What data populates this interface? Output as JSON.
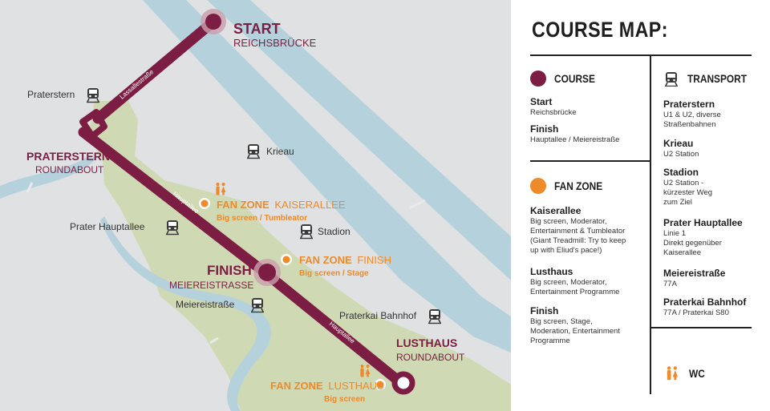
{
  "colors": {
    "water": "#b5d2dc",
    "land": "#dfe1e2",
    "park": "#cfd9b3",
    "course": "#7c1d43",
    "fan": "#ee8a2a",
    "ink": "#1e1e1e"
  },
  "map": {
    "start": {
      "title": "START",
      "subtitle": "REICHSBRÜCKE"
    },
    "finish": {
      "title": "FINISH",
      "subtitle": "MEIEREISTRASSE"
    },
    "praterstern_rb": {
      "title": "PRATERSTERN",
      "subtitle": "ROUNDABOUT"
    },
    "lusthaus_rb": {
      "title": "LUSTHAUS",
      "subtitle": "ROUNDABOUT"
    },
    "street_labels": {
      "lassalle": "Lassallestraße",
      "hauptallee1": "Hauptallee",
      "hauptallee2": "Hauptallee"
    },
    "stations": {
      "praterstern": "Praterstern",
      "krieau": "Krieau",
      "prater_hauptallee": "Prater Hauptallee",
      "stadion": "Stadion",
      "meiereistrasse": "Meiereistraße",
      "praterkai": "Praterkai Bahnhof"
    },
    "fanzones": {
      "kaiserallee": {
        "label1": "FAN ZONE",
        "label2": "KAISERALLEE",
        "sub": "Big screen / Tumbleator"
      },
      "finish": {
        "label1": "FAN ZONE",
        "label2": "FINISH",
        "sub": "Big screen / Stage"
      },
      "lusthaus": {
        "label1": "FAN ZONE",
        "label2": "LUSTHAUS",
        "sub": "Big screen"
      }
    },
    "icons": {
      "station": "train-icon",
      "wc": "wc-icon",
      "fanzone": "fan-zone-dot-icon"
    }
  },
  "legend": {
    "title": "COURSE MAP:",
    "course": {
      "heading": "COURSE",
      "items": [
        {
          "title": "Start",
          "desc": "Reichsbrücke"
        },
        {
          "title": "Finish",
          "desc": "Hauptallee / Meiereistraße"
        }
      ]
    },
    "fanzone": {
      "heading": "FAN ZONE",
      "items": [
        {
          "title": "Kaiserallee",
          "desc": "Big screen, Moderator,\nEntertainment & Tumbleator\n(Giant Treadmill: Try to keep\nup with Eliud's pace!)"
        },
        {
          "title": "Lusthaus",
          "desc": "Big screen, Moderator,\nEntertainment Programme"
        },
        {
          "title": "Finish",
          "desc": "Big screen, Stage,\nModeration, Entertainment\nProgramme"
        }
      ]
    },
    "transport": {
      "heading": "TRANSPORT",
      "items": [
        {
          "title": "Praterstern",
          "desc": "U1 & U2, diverse\nStraßenbahnen"
        },
        {
          "title": "Krieau",
          "desc": "U2 Station"
        },
        {
          "title": "Stadion",
          "desc": "U2 Station -\nkürzester Weg\nzum Ziel"
        },
        {
          "title": "Prater Hauptallee",
          "desc": "Linie 1\nDirekt gegenüber\nKaiserallee"
        },
        {
          "title": "Meiereistraße",
          "desc": "77A"
        },
        {
          "title": "Praterkai Bahnhof",
          "desc": "77A / Praterkai S80"
        }
      ]
    },
    "wc": {
      "heading": "WC"
    }
  }
}
